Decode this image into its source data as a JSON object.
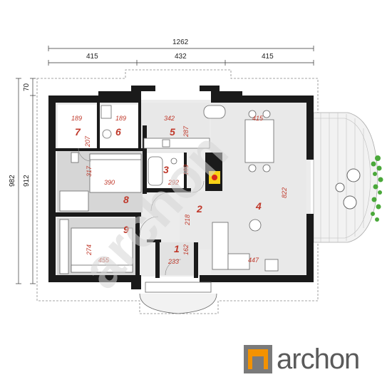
{
  "dimensions": {
    "total_width": "1262",
    "segment_left": "415",
    "segment_middle": "432",
    "segment_right": "415",
    "height_outer": "982",
    "height_inner": "912",
    "height_top": "70"
  },
  "rooms": [
    {
      "number": "1",
      "dims": [
        "162",
        "233"
      ]
    },
    {
      "number": "2",
      "dims": [
        "218"
      ]
    },
    {
      "number": "3",
      "dims": [
        "189",
        "292"
      ]
    },
    {
      "number": "4",
      "dims": [
        "822",
        "447"
      ]
    },
    {
      "number": "5",
      "dims": [
        "342",
        "287"
      ]
    },
    {
      "number": "6",
      "dims": [
        "189"
      ]
    },
    {
      "number": "7",
      "dims": [
        "189",
        "207"
      ]
    },
    {
      "number": "8",
      "dims": [
        "390",
        "317"
      ]
    },
    {
      "number": "9",
      "dims": [
        "455",
        "274"
      ]
    }
  ],
  "room_labels": {
    "r1": "1",
    "r2": "2",
    "r3": "3",
    "r4": "4",
    "r5": "5",
    "r6": "6",
    "r7": "7",
    "r8": "8",
    "r9": "9"
  },
  "room_dims": {
    "d189a": "189",
    "d207": "207",
    "d189b": "189",
    "d342": "342",
    "d287": "287",
    "d415": "415",
    "d317": "317",
    "d390": "390",
    "d292": "292",
    "d189c": "189",
    "d822": "822",
    "d218": "218",
    "d274": "274",
    "d455": "455",
    "d162": "162",
    "d233": "233",
    "d447": "447"
  },
  "watermark": "archon",
  "logo": {
    "text": "archon",
    "colors": {
      "orange": "#f39200",
      "gray": "#7a7a7a",
      "dark": "#5a5a5a"
    }
  },
  "colors": {
    "wall": "#1a1a1a",
    "floor_light": "#ececec",
    "floor_gray": "#d4d4d4",
    "terrace": "#f2f2f2",
    "room_text": "#c0392b",
    "stove_yellow": "#f7d117",
    "stove_red": "#d9261c"
  }
}
